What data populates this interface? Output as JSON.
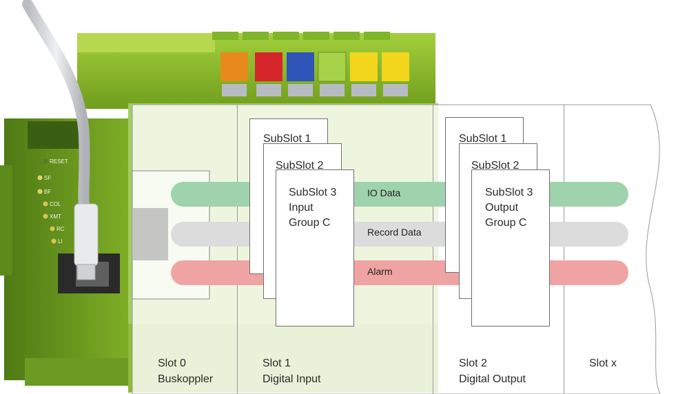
{
  "device": {
    "led_labels": [
      "RESET",
      "SF",
      "BF",
      "COL",
      "XMT",
      "RC",
      "LI"
    ]
  },
  "channels": {
    "io_data": "IO Data",
    "record_data": "Record Data",
    "alarm": "Alarm"
  },
  "colors": {
    "io_data": "#9fd3ad",
    "record_data": "#dcdcdc",
    "alarm": "#f0a3a3",
    "device_green": "#8bbd2a"
  },
  "input_subslots": {
    "subslot1": "SubSlot 1",
    "subslot2": "SubSlot 2",
    "subslot3_lines": [
      "SubSlot 3",
      "Input",
      "Group C"
    ]
  },
  "output_subslots": {
    "subslot1": "SubSlot 1",
    "subslot2": "SubSlot 2",
    "subslot3_lines": [
      "SubSlot 3",
      "Output",
      "Group C"
    ]
  },
  "slots": {
    "slot0": [
      "Slot 0",
      "Buskoppler"
    ],
    "slot1": [
      "Slot 1",
      "Digital Input"
    ],
    "slot2": [
      "Slot 2",
      "Digital Output"
    ],
    "slotx": [
      "Slot x"
    ]
  }
}
